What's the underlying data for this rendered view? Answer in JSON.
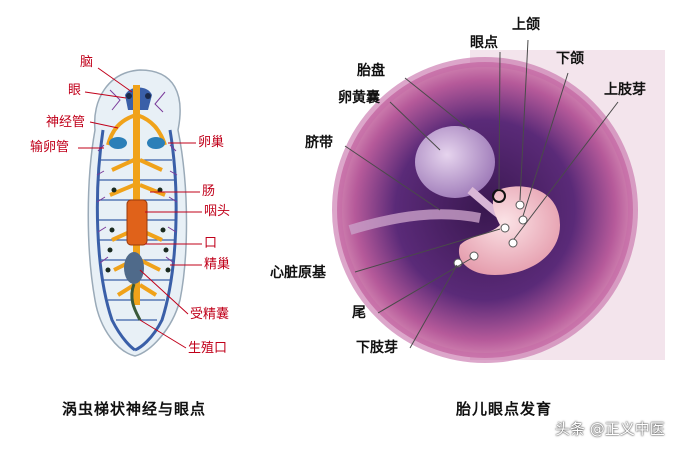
{
  "left_figure": {
    "labels": {
      "brain": "脑",
      "eye": "眼",
      "nerve_cord": "神经管",
      "oviduct": "输卵管",
      "ovary": "卵巢",
      "intestine": "肠",
      "pharynx": "咽头",
      "mouth": "口",
      "testis": "精巢",
      "seminal_receptacle": "受精囊",
      "genital_pore": "生殖口"
    },
    "caption": "涡虫梯状神经与眼点"
  },
  "right_figure": {
    "labels": {
      "eye_spot": "眼点",
      "upper_jaw": "上颌",
      "lower_jaw": "下颌",
      "upper_limb_bud": "上肢芽",
      "placenta": "胎盘",
      "yolk_sac": "卵黄囊",
      "umbilical_cord": "脐带",
      "heart_primordium": "心脏原基",
      "tail": "尾",
      "lower_limb_bud": "下肢芽"
    },
    "caption": "胎儿眼点发育"
  },
  "watermark": "头条 @正义中医",
  "colors": {
    "label_red": "#c0001a",
    "gut_orange": "#f0a21a",
    "nerve_blue": "#3a5fa8",
    "vessel_purple": "#7a3a9a",
    "amnion_purple": "#7a2f8c",
    "embryo_pink": "#f2c7cf"
  }
}
